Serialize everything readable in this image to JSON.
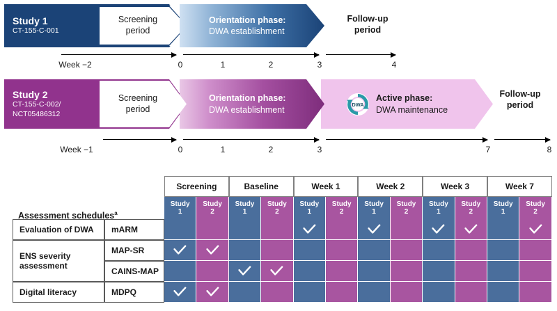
{
  "studies": [
    {
      "id": "study-1",
      "name": "Study 1",
      "code": "CT-155-C-001",
      "screening_line1": "Screening",
      "screening_line2": "period",
      "orientation_line1": "Orientation phase:",
      "orientation_line2": "DWA establishment",
      "followup_line1": "Follow-up",
      "followup_line2": "period",
      "axis": {
        "labels": [
          "Week −2",
          "0",
          "1",
          "2",
          "3",
          "4"
        ]
      },
      "colors": {
        "banner": "#1b4377",
        "gradient_start": "#cfe0f2",
        "gradient_end": "#1b4377"
      }
    },
    {
      "id": "study-2",
      "name": "Study 2",
      "code_line1": "CT-155-C-002/",
      "code_line2": "NCT05486312",
      "screening_line1": "Screening",
      "screening_line2": "period",
      "orientation_line1": "Orientation phase:",
      "orientation_line2": "DWA establishment",
      "active_line1": "Active phase:",
      "active_line2": "DWA maintenance",
      "badge_label": "DWA",
      "followup_line1": "Follow-up",
      "followup_line2": "period",
      "axis": {
        "labels": [
          "Week −1",
          "0",
          "1",
          "2",
          "3",
          "7",
          "8"
        ]
      },
      "colors": {
        "banner": "#91338d",
        "gradient_start": "#e9c7e6",
        "gradient_end": "#7e2d7c",
        "active_band": "#f0c4ec",
        "badge": "#2a9aa8"
      }
    }
  ],
  "schedule": {
    "title": "Assessment schedules",
    "title_footnote": "a",
    "visit_columns": [
      "Screening",
      "Baseline",
      "Week 1",
      "Week 2",
      "Week 3",
      "Week 7"
    ],
    "arm_labels": [
      "Study 1",
      "Study 2"
    ],
    "arm_label_line1": "Study",
    "arm_colors": {
      "study1": "#4a6e9c",
      "study2": "#a855a0"
    },
    "row_groups": [
      {
        "label": "Evaluation of DWA",
        "rowspan": 1
      },
      {
        "label": "ENS severity assessment",
        "rowspan": 2
      },
      {
        "label": "Digital literacy",
        "rowspan": 1
      }
    ],
    "rows": [
      {
        "group": "Evaluation of DWA",
        "measure": "mARM",
        "checks": [
          {
            "study1": false,
            "study2": false
          },
          {
            "study1": false,
            "study2": false
          },
          {
            "study1": true,
            "study2": false
          },
          {
            "study1": true,
            "study2": false
          },
          {
            "study1": true,
            "study2": true
          },
          {
            "study1": false,
            "study2": true
          }
        ]
      },
      {
        "group": "ENS severity assessment",
        "measure": "MAP-SR",
        "checks": [
          {
            "study1": true,
            "study2": true
          },
          {
            "study1": false,
            "study2": false
          },
          {
            "study1": false,
            "study2": false
          },
          {
            "study1": false,
            "study2": false
          },
          {
            "study1": false,
            "study2": false
          },
          {
            "study1": false,
            "study2": false
          }
        ]
      },
      {
        "group": "ENS severity assessment",
        "measure": "CAINS-MAP",
        "checks": [
          {
            "study1": false,
            "study2": false
          },
          {
            "study1": true,
            "study2": true
          },
          {
            "study1": false,
            "study2": false
          },
          {
            "study1": false,
            "study2": false
          },
          {
            "study1": false,
            "study2": false
          },
          {
            "study1": false,
            "study2": false
          }
        ]
      },
      {
        "group": "Digital literacy",
        "measure": "MDPQ",
        "checks": [
          {
            "study1": true,
            "study2": true
          },
          {
            "study1": false,
            "study2": false
          },
          {
            "study1": false,
            "study2": false
          },
          {
            "study1": false,
            "study2": false
          },
          {
            "study1": false,
            "study2": false
          },
          {
            "study1": false,
            "study2": false
          }
        ]
      }
    ]
  }
}
